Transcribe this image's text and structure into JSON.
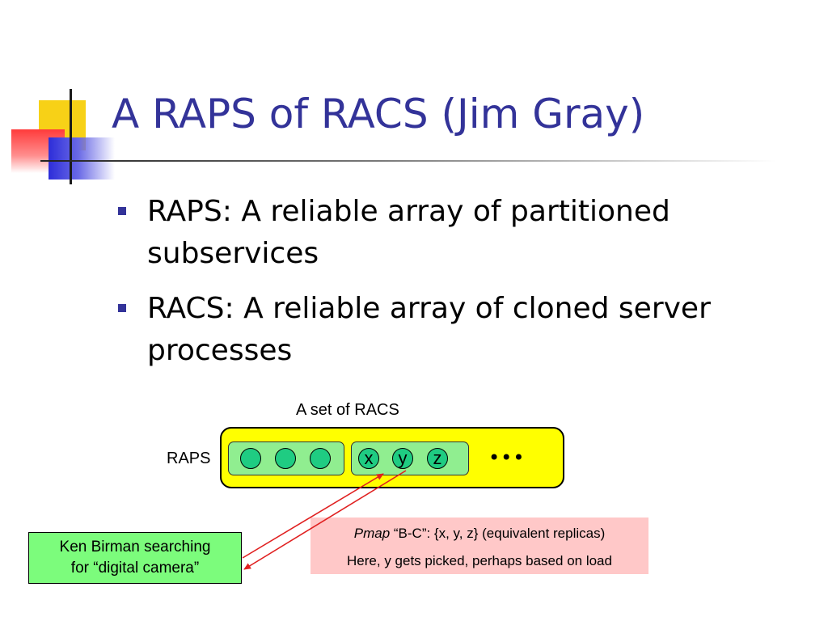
{
  "slide": {
    "title": "A RAPS of RACS (Jim Gray)",
    "bullets": [
      {
        "text": "RAPS: A reliable array of partitioned subservices"
      },
      {
        "text": "RACS: A reliable array of cloned server processes"
      }
    ]
  },
  "diagram": {
    "set_label": "A set of RACS",
    "raps_label": "RAPS",
    "replicas": [
      "x",
      "y",
      "z"
    ],
    "ellipsis": "•••",
    "client_box": {
      "line1": "Ken Birman searching",
      "line2": "for “digital camera”"
    },
    "pmap_note": {
      "term": "Pmap",
      "rest": " “B-C”: {x, y, z} (equivalent replicas)",
      "line2": "Here, y gets picked, perhaps based on load"
    }
  },
  "colors": {
    "title": "#333399",
    "raps_box": "#ffff00",
    "racs_group": "#90ee90",
    "node": "#1fcc82",
    "client_box": "#7cfc7c",
    "pmap_box": "#ffc8c8",
    "arrow": "#e02020"
  }
}
